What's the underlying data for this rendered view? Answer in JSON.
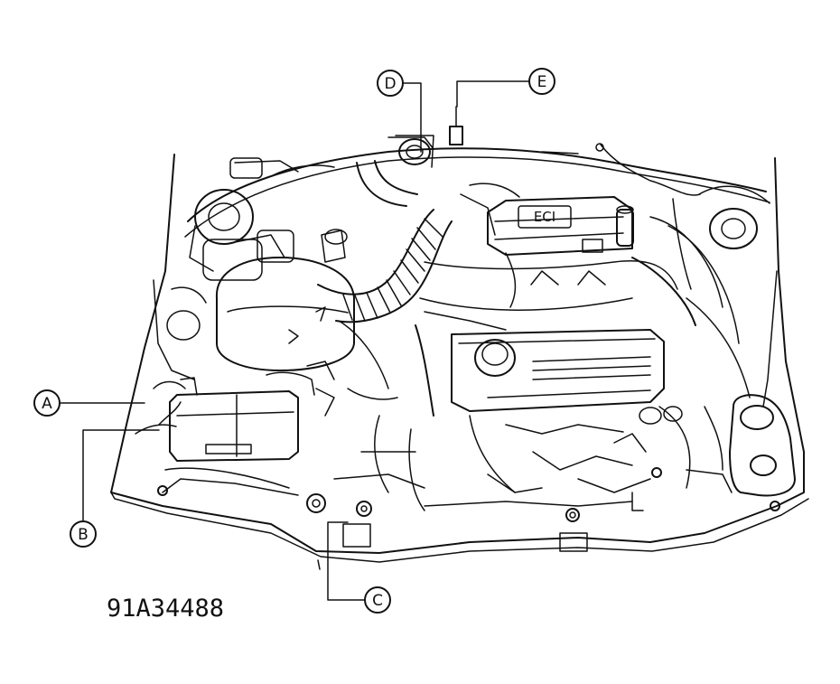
{
  "figure_id": "91A34488",
  "callouts": {
    "a": "A",
    "b": "B",
    "c": "C",
    "d": "D",
    "e": "E"
  },
  "engine_labels": {
    "cover_badge": "ECI"
  }
}
